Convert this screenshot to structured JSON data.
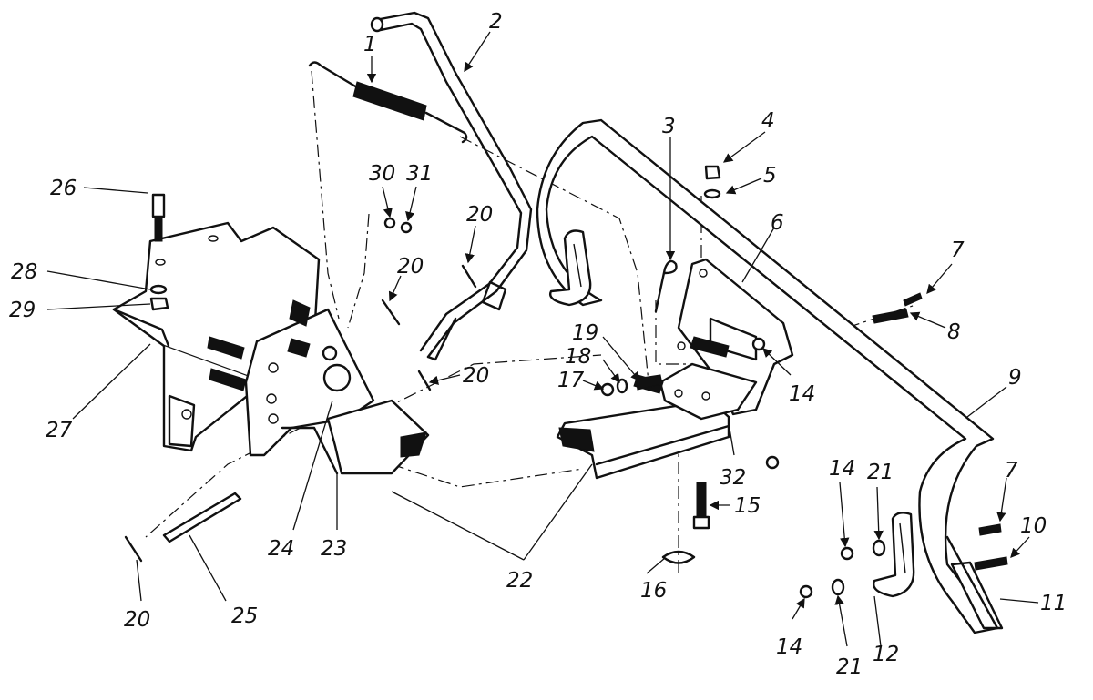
{
  "diagram": {
    "callouts": [
      "1",
      "2",
      "3",
      "4",
      "5",
      "6",
      "7",
      "8",
      "9",
      "10",
      "11",
      "12",
      "14",
      "15",
      "16",
      "17",
      "18",
      "19",
      "20",
      "21",
      "22",
      "23",
      "24",
      "25",
      "26",
      "27",
      "28",
      "29",
      "30",
      "31",
      "32"
    ]
  }
}
